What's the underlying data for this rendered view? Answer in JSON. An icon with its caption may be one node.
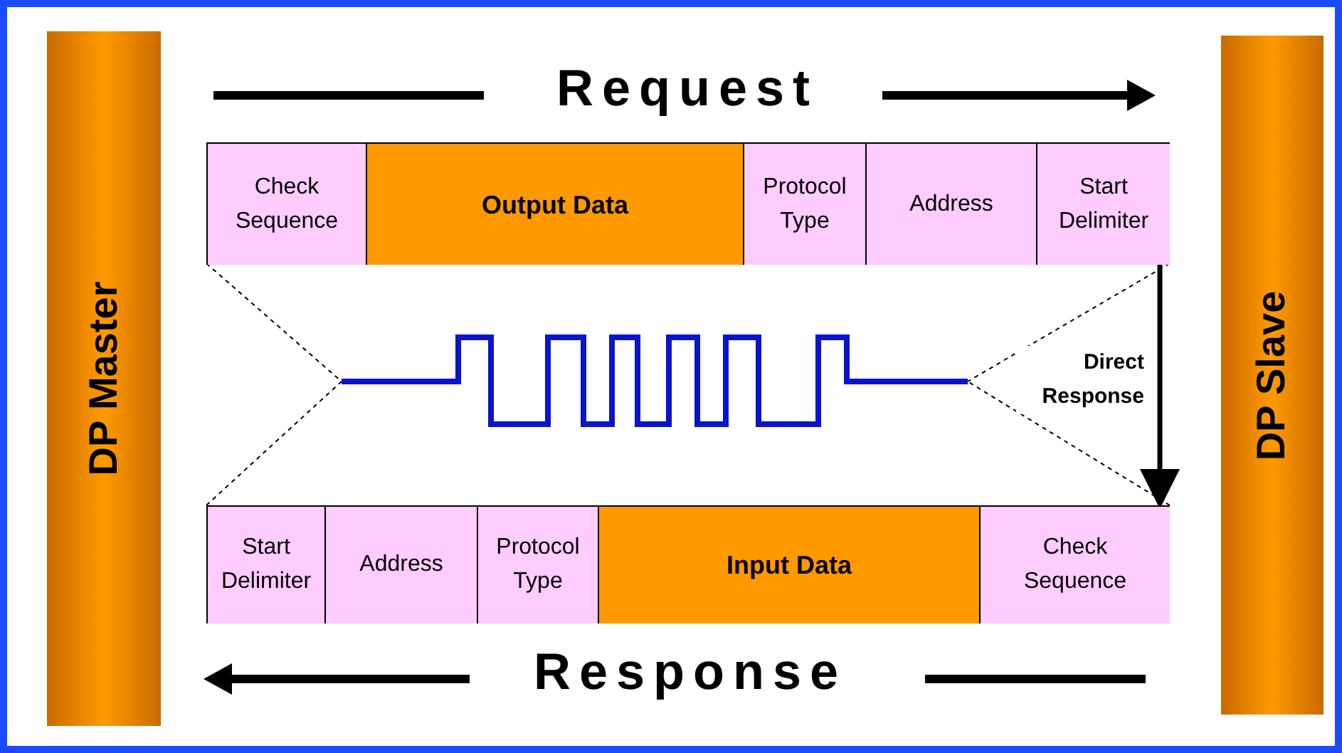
{
  "diagram": {
    "nodes": [
      {
        "text": [
          "DP Master"
        ]
      },
      {
        "text": [
          "DP Slave"
        ]
      },
      {
        "text": [],
        "shape": "box"
      },
      {
        "text": [
          "Check Sequence"
        ],
        "in": 2
      },
      {
        "text": [
          "Output Data"
        ],
        "in": 2
      },
      {
        "text": [
          "Protocol Type"
        ],
        "in": 2
      },
      {
        "text": [
          "Address"
        ],
        "in": 2
      },
      {
        "text": [
          "Start Delimiter"
        ],
        "in": 2
      },
      {
        "text": [],
        "shape": "box"
      },
      {
        "text": [
          "Start Delimiter"
        ],
        "in": 8
      },
      {
        "text": [
          "Address"
        ],
        "in": 8
      },
      {
        "text": [
          "Protocol Type"
        ],
        "in": 8
      },
      {
        "text": [
          "Input Data"
        ],
        "in": 8
      },
      {
        "text": [
          "Check Sequence"
        ],
        "in": 8
      },
      {
        "text": [],
        "shape": "picture"
      }
    ],
    "edges": [
      {
        "from": 2,
        "to": 8,
        "arrow": "to",
        "label": "Direct Response",
        "style": "thick"
      },
      {
        "from": 2,
        "to": 14,
        "arrow": "none",
        "style": "dashed"
      },
      {
        "from": 8,
        "to": 14,
        "arrow": "none",
        "style": "dashed"
      },
      {
        "from": 2,
        "to": 14,
        "arrow": "none",
        "style": "dashed"
      },
      {
        "from": 8,
        "to": 14,
        "arrow": "none",
        "style": "dashed"
      }
    ],
    "labels": [
      "Request",
      "Response"
    ]
  }
}
